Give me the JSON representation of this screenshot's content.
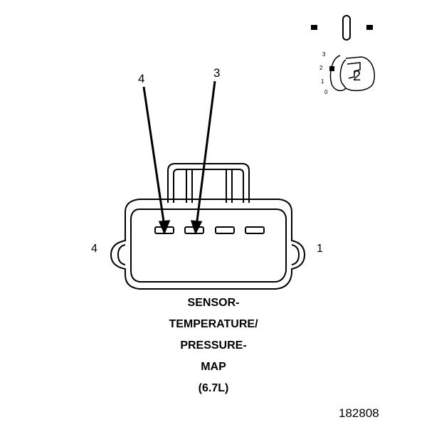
{
  "callouts": {
    "pin_left": "4",
    "pin_right": "3"
  },
  "side_labels": {
    "left": "4",
    "right": "1"
  },
  "key_detail": {
    "positions": [
      "3",
      "2",
      "1",
      "0"
    ],
    "key_number": "2"
  },
  "caption": {
    "lines": [
      "SENSOR-",
      "TEMPERATURE/",
      "PRESSURE-",
      "MAP",
      "(6.7L)"
    ]
  },
  "figure_number": "182808",
  "colors": {
    "line": "#000000",
    "background": "#ffffff"
  }
}
